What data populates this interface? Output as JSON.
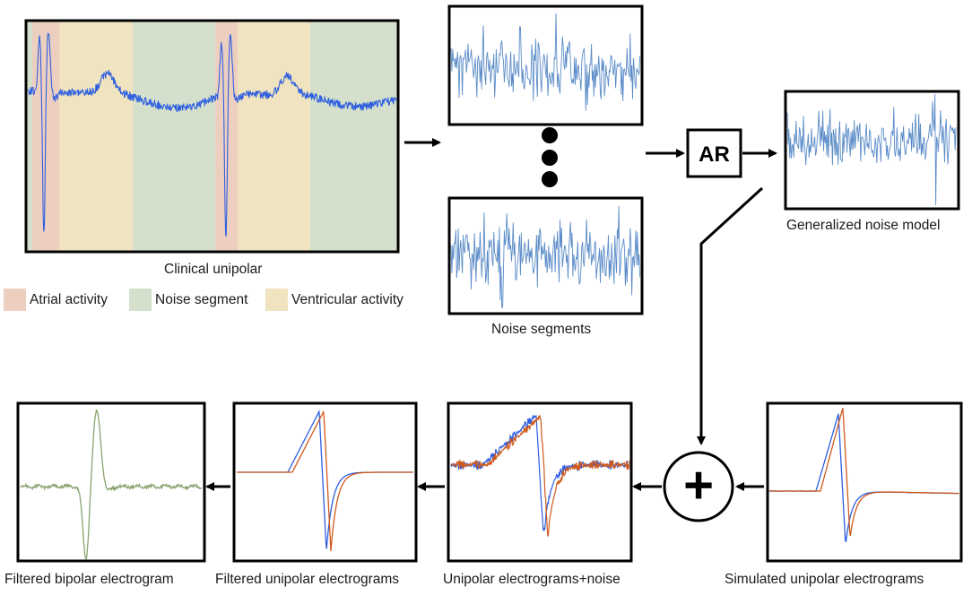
{
  "panels": {
    "clinical_unipolar": "Clinical unipolar",
    "noise_segments": "Noise segments",
    "generalized_noise_model": "Generalized noise model",
    "simulated_unipolar": "Simulated unipolar electrograms",
    "unipolar_plus_noise": "Unipolar electrograms+noise",
    "filtered_unipolar": "Filtered unipolar electrograms",
    "filtered_bipolar": "Filtered bipolar electrogram"
  },
  "legend": [
    {
      "label": "Atrial activity",
      "color": "#edcfc0"
    },
    {
      "label": "Noise segment",
      "color": "#d5e0cc"
    },
    {
      "label": "Ventricular activity",
      "color": "#f0e3bf"
    }
  ],
  "ar_block": {
    "label": "AR"
  },
  "operator_symbol": "+",
  "colors": {
    "trace_blue": "#2e5fe0",
    "noise_blue": "#5b8cc8",
    "trace_orange": "#d05a1c",
    "bipolar_green": "#8aa36f",
    "frame": "#000000"
  }
}
